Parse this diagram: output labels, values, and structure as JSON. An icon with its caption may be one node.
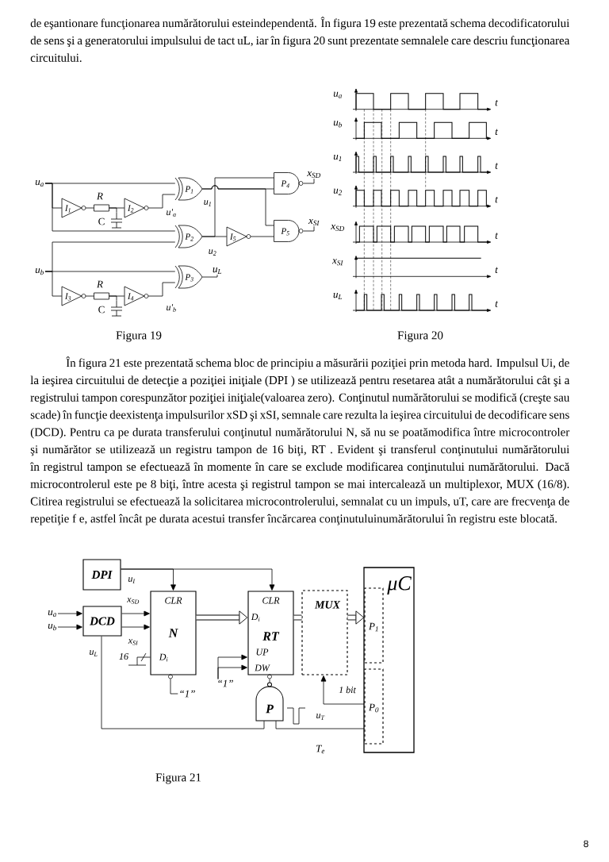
{
  "diagram": {
    "nodes": [
      {
        "text": [
          "u$_{a}$"
        ]
      },
      {
        "text": [
          "I$_{1}$"
        ]
      },
      {
        "text": [],
        "shape": "box",
        "beside": [
          "R"
        ]
      },
      {
        "text": [],
        "shape": "capacitor",
        "beside": [
          "C"
        ]
      },
      {
        "text": [
          "I$_{2}$"
        ]
      },
      {
        "text": [
          "P$_{1}$"
        ]
      },
      {
        "text": [
          "P$_{2}$"
        ]
      },
      {
        "text": [
          "I$_{5}$"
        ]
      },
      {
        "text": [
          "P$_{4}$"
        ]
      },
      {
        "text": [
          "x$_{SD}$"
        ]
      },
      {
        "text": [
          "P$_{5}$"
        ]
      },
      {
        "text": [
          "x$_{SI}$"
        ]
      },
      {
        "text": [
          "u$_{b}$"
        ]
      },
      {
        "text": [
          "I$_{3}$"
        ]
      },
      {
        "text": [],
        "shape": "box",
        "beside": [
          "R"
        ]
      },
      {
        "text": [],
        "shape": "capacitor",
        "beside": [
          "C"
        ]
      },
      {
        "text": [
          "I$_{4}$"
        ]
      },
      {
        "text": [
          "P$_{3}$"
        ]
      },
      {
        "text": [
          "u$_{L}$"
        ]
      },
      {
        "text": [
          "DPI"
        ]
      },
      {
        "text": [
          "CLR",
          "N",
          "D$_{i}$"
        ]
      },
      {
        "text": [
          "CLR",
          "D$_{i}$",
          "RT",
          "UP",
          "DW"
        ]
      },
      {
        "text": [
          "MUX"
        ]
      },
      {
        "text": [
          "μC"
        ]
      },
      {
        "text": [
          "P$_{1}$"
        ],
        "in": 23
      },
      {
        "text": [
          "P$_{0}$"
        ],
        "in": 23
      },
      {
        "text": [
          "u$_{a}$"
        ]
      },
      {
        "text": [
          "u$_{b}$"
        ]
      },
      {
        "text": [
          "DCD"
        ]
      },
      {
        "text": [
          "P"
        ]
      },
      {
        "text": [
          "“1”"
        ]
      },
      {
        "text": [
          "“1”"
        ]
      }
    ],
    "edges": [
      {
        "from": 0,
        "to": 5,
        "arrow": "none"
      },
      {
        "from": 0,
        "to": 1,
        "arrow": "none"
      },
      {
        "from": 0,
        "to": 6,
        "arrow": "none"
      },
      {
        "from": 1,
        "to": 2,
        "arrow": "none"
      },
      {
        "from": 2,
        "to": 4,
        "arrow": "none"
      },
      {
        "from": 2,
        "to": 3,
        "arrow": "none"
      },
      {
        "from": 4,
        "to": 5,
        "arrow": "none",
        "label": "u'$_{a}$"
      },
      {
        "from": 5,
        "to": 8,
        "arrow": "none",
        "label": "u$_{1}$"
      },
      {
        "from": 5,
        "to": 10,
        "arrow": "none"
      },
      {
        "from": 6,
        "to": 8,
        "arrow": "none"
      },
      {
        "from": 6,
        "to": 7,
        "arrow": "none",
        "label": "u$_{2}$"
      },
      {
        "from": 7,
        "to": 10,
        "arrow": "none"
      },
      {
        "from": 8,
        "to": 9,
        "arrow": "none"
      },
      {
        "from": 10,
        "to": 11,
        "arrow": "none"
      },
      {
        "from": 12,
        "to": 6,
        "arrow": "none"
      },
      {
        "from": 12,
        "to": 17,
        "arrow": "none"
      },
      {
        "from": 12,
        "to": 13,
        "arrow": "none"
      },
      {
        "from": 13,
        "to": 14,
        "arrow": "none"
      },
      {
        "from": 14,
        "to": 16,
        "arrow": "none"
      },
      {
        "from": 14,
        "to": 15,
        "arrow": "none"
      },
      {
        "from": 16,
        "to": 17,
        "arrow": "none",
        "label": "u'$_{b}$"
      },
      {
        "from": 17,
        "to": 18,
        "arrow": "none"
      },
      {
        "from": 19,
        "to": 20,
        "arrow": "to",
        "label": "u$_{I}$"
      },
      {
        "from": 19,
        "to": 21,
        "arrow": "to"
      },
      {
        "from": 26,
        "to": 28,
        "arrow": "to"
      },
      {
        "from": 27,
        "to": 28,
        "arrow": "to"
      },
      {
        "from": 28,
        "to": 20,
        "arrow": "to",
        "label": "x$_{SD}$"
      },
      {
        "from": 28,
        "to": 20,
        "arrow": "to",
        "label": "x$_{SI}$"
      },
      {
        "from": null,
        "to": 20,
        "arrow": "none",
        "label": "16"
      },
      {
        "from": 20,
        "to": 30,
        "arrow": "none"
      },
      {
        "from": 20,
        "to": 21,
        "arrow": "to",
        "style": "thick"
      },
      {
        "from": 31,
        "to": 21,
        "arrow": "to"
      },
      {
        "from": 31,
        "to": 21,
        "arrow": "to"
      },
      {
        "from": 21,
        "to": 22,
        "arrow": "none",
        "style": "thick"
      },
      {
        "from": 21,
        "to": 29,
        "arrow": "none"
      },
      {
        "from": 28,
        "to": 29,
        "arrow": "none",
        "label": "u$_{L}$"
      },
      {
        "from": 25,
        "to": 29,
        "arrow": "none",
        "label": "u$_{T}$"
      },
      {
        "from": 25,
        "to": 22,
        "arrow": "to",
        "label": "1 bit"
      },
      {
        "from": 22,
        "to": 24,
        "arrow": "to",
        "style": "thick"
      }
    ],
    "labels": [
      "de eşantionare funcţionarea numărătorului esteindependentă. În figura 19 este prezentată schema decodificatorului de sens şi a generatorului impulsului de tact uL, iar în figura 20 sunt prezentate semnalele care descriu funcţionarea circuitului.",
      "u$_{a}$",
      "t",
      "u$_{b}$",
      "t",
      "u$_{1}$",
      "t",
      "u$_{2}$",
      "t",
      "x$_{SD}$",
      "t",
      "x$_{SI}$",
      "t",
      "u$_{L}$",
      "t",
      "Figura 19",
      "Figura 20",
      "În figura 21 este prezentată schema bloc de principiu a măsurării poziţiei prin metoda hard. Impulsul Ui, de la ieşirea circuitului de detecţie a poziţiei iniţiale (DPI ) se utilizează pentru resetarea atât a numărătorului cât şi a registrului tampon corespunzător poziţiei iniţiale(valoarea zero). Conţinutul numărătorului se modifică (creşte sau scade) în funcţie deexistenţa impulsurilor xSD şi xSI, semnale care rezulta la ieşirea circuitului de decodificare sens (DCD). Pentru ca pe durata transferului conţinutul numărătorului N, să nu se poatămodifica între microcontroler şi numărător se utilizează un registru tampon de 16 biţi, RT . Evident şi transferul conţinutului numărătorului în registrul tampon se efectuează în momente în care se exclude modificarea conţinutului numărătorului. Dacă microcontrolerul este pe 8 biţi, între acesta şi registrul tampon se mai intercalează un multiplexor, MUX (16/8). Citirea registrului se efectuează la solicitarea microcontrolerului, semnalat cu un impuls, uT, care are frecvenţa de repetiţie f e, astfel încât pe durata acestui transfer încărcarea conţinutuluinumărătorului în registru este blocată.",
      "T$_{e}$",
      "Figura 21",
      "8"
    ]
  }
}
